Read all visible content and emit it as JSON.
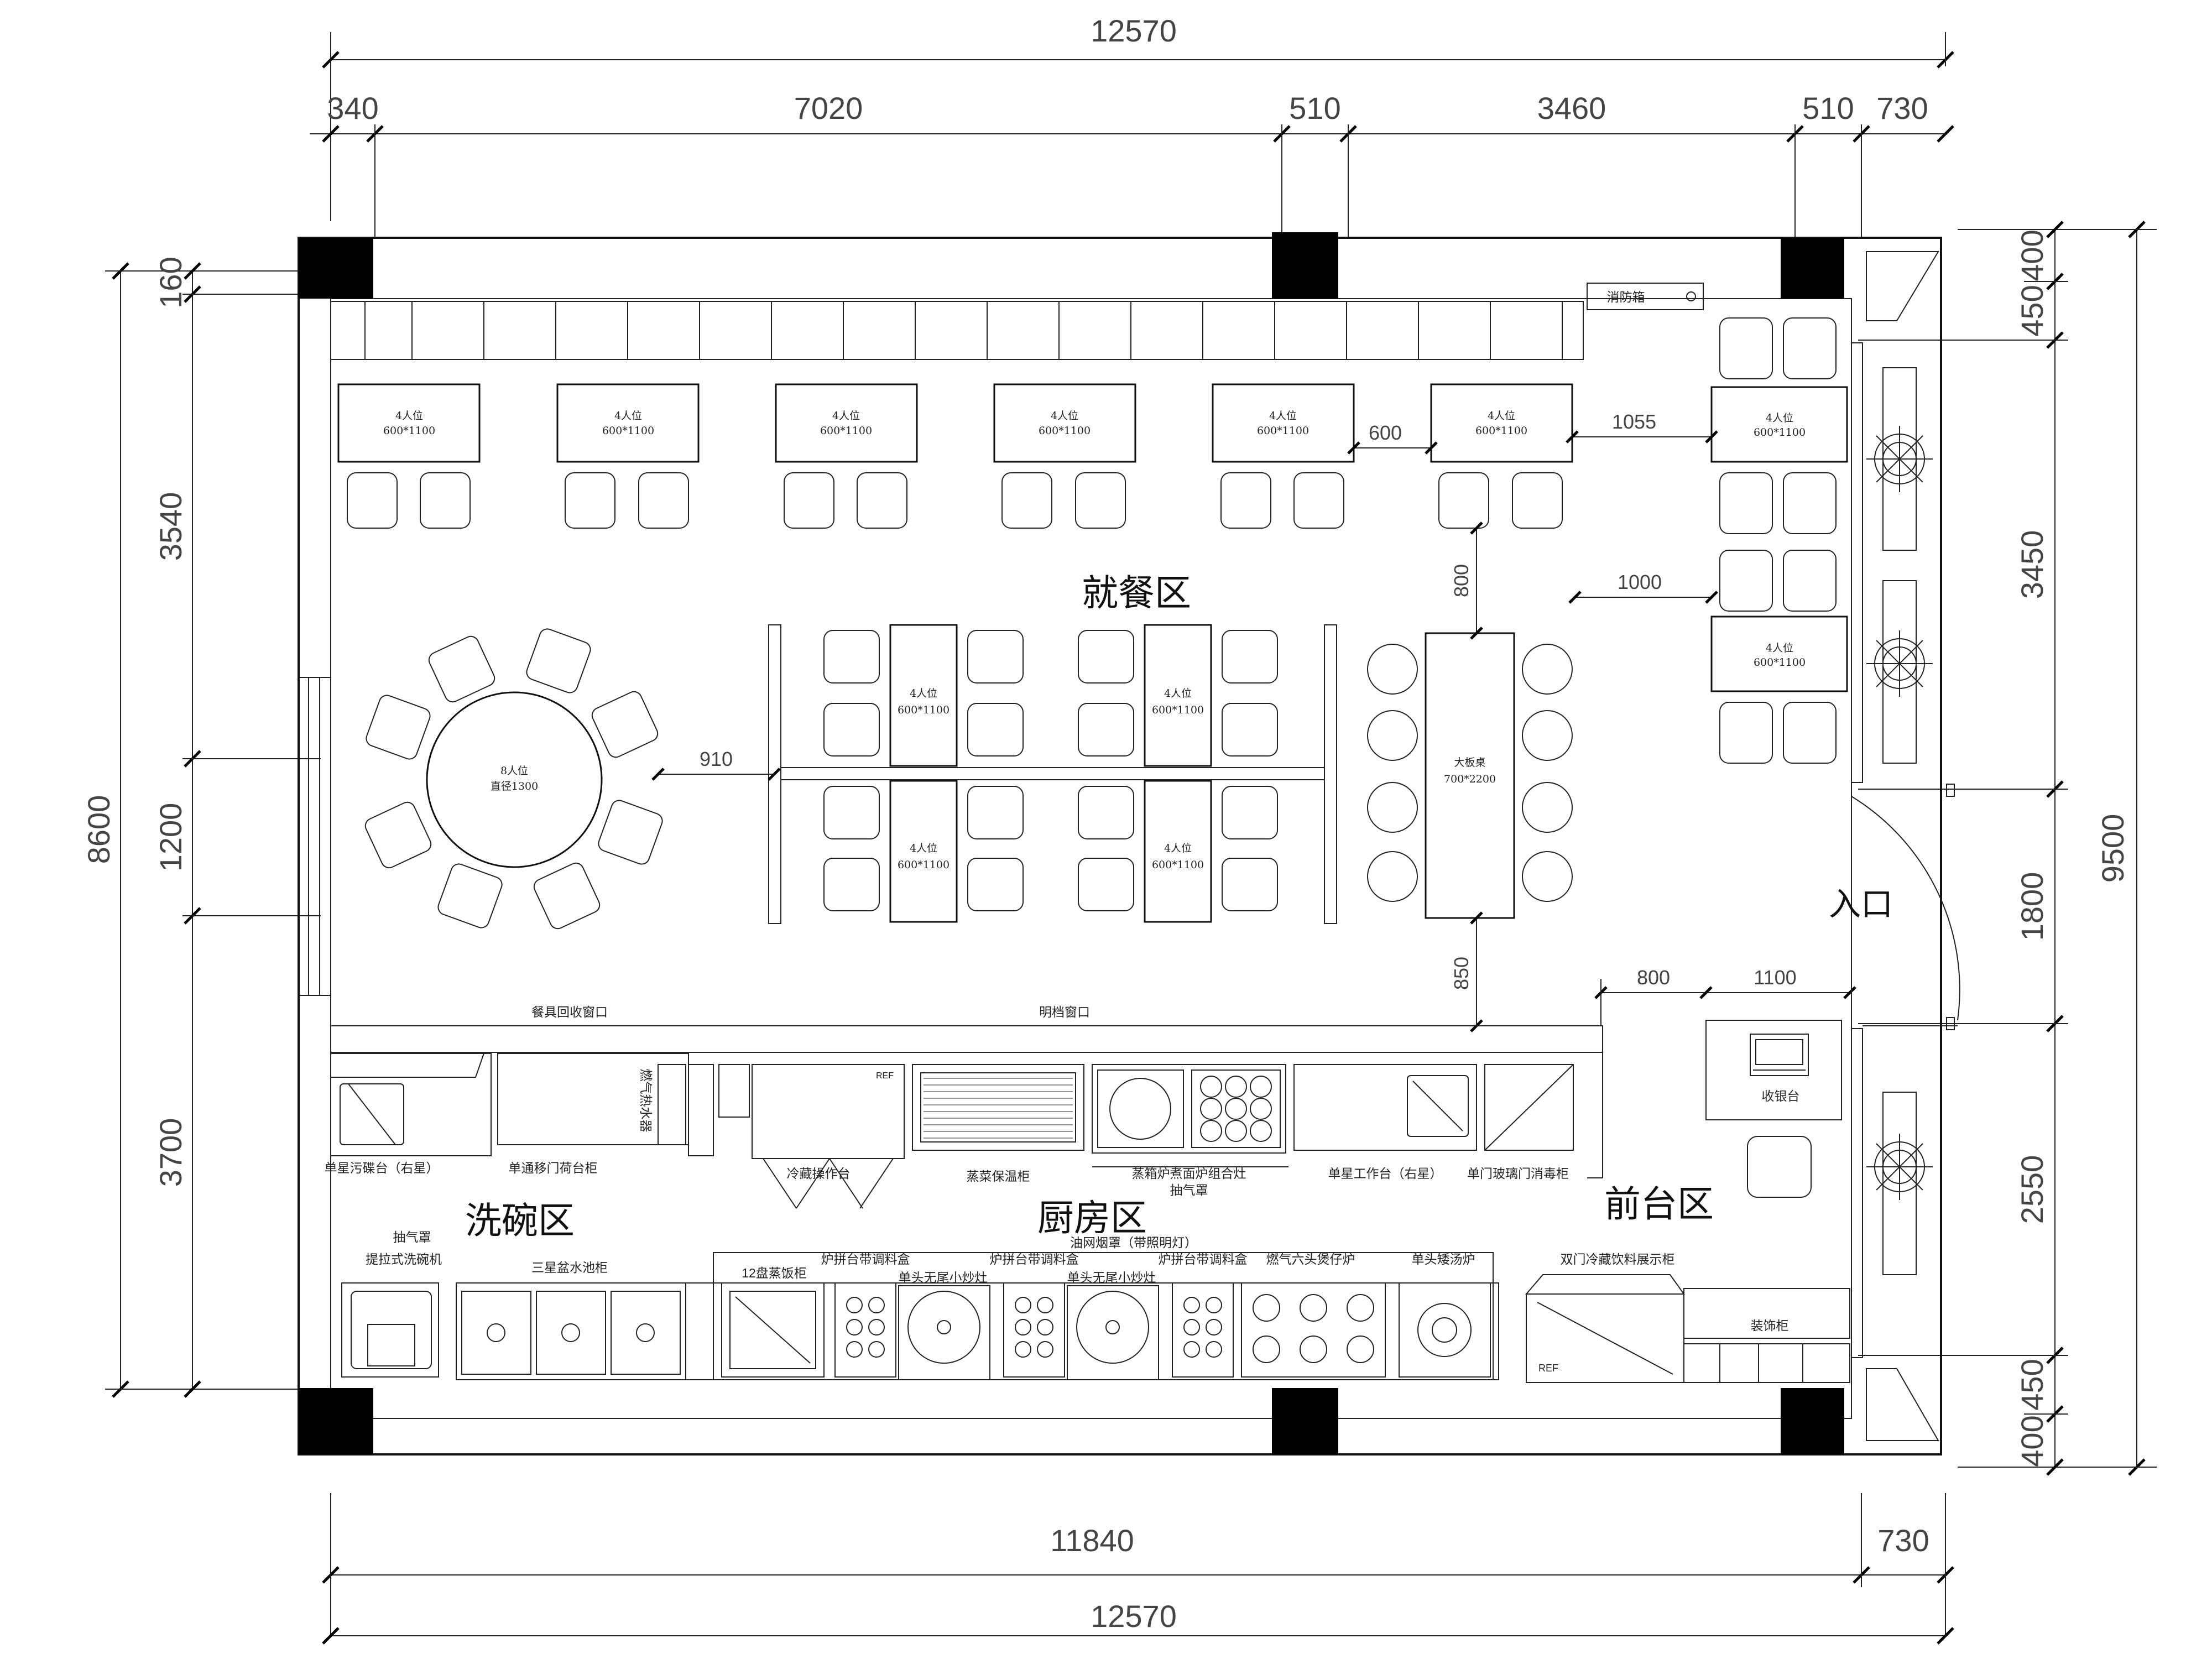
{
  "dimensions": {
    "top_total": "12570",
    "top_segments": [
      "340",
      "7020",
      "510",
      "3460",
      "510",
      "730"
    ],
    "bottom_segments": [
      "11840",
      "730"
    ],
    "bottom_total": "12570",
    "left_total": "8600",
    "left_segments": [
      "160",
      "3540",
      "1200",
      "3700"
    ],
    "right_total": "9500",
    "right_segments": [
      "400",
      "450",
      "3450",
      "1800",
      "2550",
      "450",
      "400"
    ],
    "inner": [
      "600",
      "1055",
      "1000",
      "800",
      "910",
      "850",
      "800",
      "1100"
    ]
  },
  "zones": {
    "dining": "就餐区",
    "kitchen": "厨房区",
    "dishwash": "洗碗区",
    "front_desk": "前台区",
    "entrance": "入口"
  },
  "tables": {
    "four_seat_label": "4人位",
    "four_seat_size": "600*1100",
    "round_label": "8人位",
    "round_size": "直径1300",
    "long_label": "大板桌",
    "long_size": "700*2200"
  },
  "labels": {
    "fire_box": "消防箱",
    "return_window": "餐具回收窗口",
    "pass_window": "明档窗口",
    "cashier": "收银台",
    "single_sink_right": "单星污碟台（右星）",
    "single_door_cabinet": "单通移门荷台柜",
    "gas_water_heater": "燃气热水器",
    "refrigerated_bench": "冷藏操作台",
    "vegetable_warmer": "蒸菜保温柜",
    "steamer_combo": "蒸箱炉煮面炉组合灶",
    "exhaust_hood_mid": "抽气罩",
    "single_work_sink": "单星工作台（右星）",
    "disinfection_cabinet": "单门玻璃门消毒柜",
    "exhaust_hood_left": "抽气罩",
    "dishwasher": "提拉式洗碗机",
    "triple_sink": "三星盆水池柜",
    "oil_hood": "油网烟罩（带照明灯）",
    "rice_steamer": "12盘蒸饭柜",
    "stove_seasoning_1": "炉拼台带调料盒",
    "wok_1": "单头无尾小炒灶",
    "stove_seasoning_2": "炉拼台带调料盒",
    "wok_2": "单头无尾小炒灶",
    "stove_seasoning_3": "炉拼台带调料盒",
    "six_burner": "燃气六头煲仔炉",
    "soup_stove": "单头矮汤炉",
    "drink_cabinet": "双门冷藏饮料展示柜",
    "deco_cabinet": "装饰柜",
    "ref_1": "REF",
    "ref_2": "REF"
  }
}
